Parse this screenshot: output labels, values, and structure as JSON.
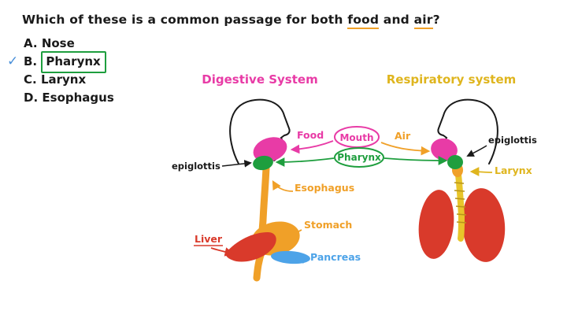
{
  "question": {
    "prefix": "Which of these is a common passage for both ",
    "food_word": "food",
    "conjunction": " and ",
    "air_word": "air",
    "suffix": "?"
  },
  "answer": {
    "check": "✓"
  },
  "options": [
    {
      "letter": "A.",
      "label": "Nose"
    },
    {
      "letter": "B.",
      "label": "Pharynx"
    },
    {
      "letter": "C.",
      "label": "Larynx"
    },
    {
      "letter": "D.",
      "label": "Esophagus"
    }
  ],
  "diagram": {
    "digestive_title": "Digestive System",
    "respiratory_title": "Respiratory system",
    "food_label": "Food",
    "air_label": "Air",
    "mouth_label": "Mouth",
    "pharynx_label": "Pharynx",
    "epiglottis_left_label": "epiglottis",
    "epiglottis_right_label": "epiglottis",
    "esophagus_label": "Esophagus",
    "stomach_label": "Stomach",
    "liver_label": "Liver",
    "pancreas_label": "Pancreas",
    "larynx_label": "Larynx"
  },
  "colors": {
    "pink": "#e83ba6",
    "green": "#1e9e3e",
    "orange": "#f0a028",
    "yellow": "#dfb51e",
    "red": "#d93a2b",
    "blue": "#4da3e8",
    "check_blue": "#4a90d9",
    "ink": "#1a1a1a"
  }
}
